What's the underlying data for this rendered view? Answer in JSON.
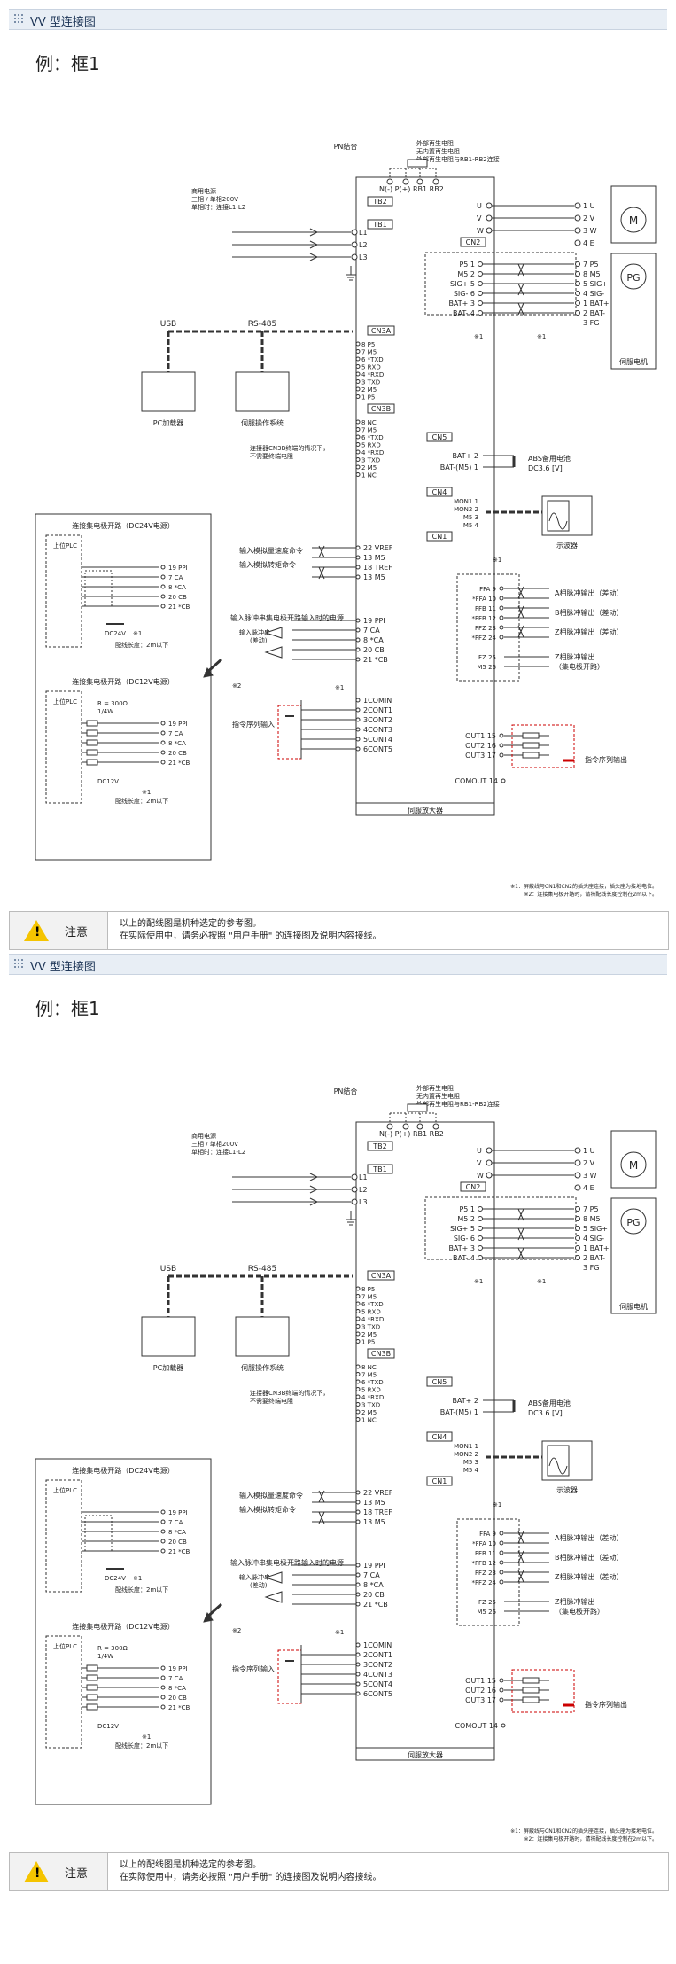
{
  "sections": [
    {
      "header": "VV 型连接图",
      "subtitle": "例：框1",
      "note_label": "注意",
      "note_lines": [
        "以上的配线图是机种选定的参考图。",
        "在实际使用中，请务必按照 \"用户手册\" 的连接图及说明内容接线。"
      ]
    },
    {
      "header": "VV 型连接图",
      "subtitle": "例：框1",
      "note_label": "注意",
      "note_lines": [
        "以上的配线图是机种选定的参考图。",
        "在实际使用中，请务必按照 \"用户手册\" 的连接图及说明内容接线。"
      ]
    }
  ],
  "diagram": {
    "pn_label": "PN结合",
    "regen_notes": [
      "外部再生电阻",
      "无内置再生电阻",
      "外部再生电阻与RB1-RB2连接"
    ],
    "top_terminals": "N(-) P(+) RB1 RB2",
    "power_notes": [
      "商用电源",
      "三相 / 单相200V",
      "单相时：连接L1-L2"
    ],
    "l_terms": [
      "L1",
      "L2",
      "L3"
    ],
    "tb1": "TB1",
    "tb2": "TB2",
    "cn2": "CN2",
    "uvw_left": [
      "U",
      "V",
      "W"
    ],
    "uvw_right": [
      "1 U",
      "2 V",
      "3 W",
      "4 E"
    ],
    "motor": "M",
    "pg": "PG",
    "enc_left": [
      "P5  1",
      "M5  2",
      "SIG+  5",
      "SIG-  6",
      "BAT+  3",
      "BAT-  4"
    ],
    "enc_right": [
      "7 P5",
      "8 M5",
      "5 SIG+",
      "4 SIG-",
      "1 BAT+",
      "2 BAT-",
      "3 FG"
    ],
    "servo_motor": "伺服电机",
    "mark1": "※1",
    "mark2": "※2",
    "cn3a": "CN3A",
    "cn3a_pins": [
      "8 P5",
      "7 M5",
      "6 *TXD",
      "5 RXD",
      "4 *RXD",
      "3 TXD",
      "2 M5",
      "1 P5"
    ],
    "usb": "USB",
    "rs485": "RS-485",
    "pc_loader": "PC加载器",
    "servo_console": "伺服操作系统",
    "cn3b": "CN3B",
    "cn3b_pins": [
      "8 NC",
      "7 M5",
      "6 *TXD",
      "5 RXD",
      "4 *RXD",
      "3 TXD",
      "2 M5",
      "1 NC"
    ],
    "cn3b_note": [
      "连接器CN3B终端的情况下，",
      "不需要终端电阻"
    ],
    "cn5": "CN5",
    "cn5_pins": [
      "BAT+  2",
      "BAT-(M5)  1"
    ],
    "battery": [
      "ABS备用电池",
      "DC3.6 [V]"
    ],
    "cn4": "CN4",
    "cn4_pins": [
      "MON1 1",
      "MON2 2",
      "M5 3",
      "M5 4"
    ],
    "oscilloscope": "示波器",
    "cn1": "CN1",
    "analog_cmds": [
      "输入模拟量速度命令",
      "输入模拟转矩命令"
    ],
    "analog_pins": [
      "22  VREF",
      "13  M5",
      "18  TREF",
      "13  M5"
    ],
    "pulse_oc": "输入脉冲串集电极开路输入时的电源",
    "pulse_line": [
      "输入脉冲串",
      "(差动)"
    ],
    "pulse_pins": [
      "19  PPI",
      "7  CA",
      "8  *CA",
      "20  CB",
      "21  *CB"
    ],
    "cont_pins": [
      "1COMIN",
      "2CONT1",
      "3CONT2",
      "4CONT3",
      "5CONT4",
      "6CONT5"
    ],
    "seq_in": "指令序列输入",
    "enc_out": [
      "FFA  9",
      "*FFA 10",
      "FFB 11",
      "*FFB 12",
      "FFZ 23",
      "*FFZ 24"
    ],
    "enc_out_labels": [
      "A相脉冲输出（差动）",
      "B相脉冲输出（差动）",
      "Z相脉冲输出（差动）"
    ],
    "fz": [
      "FZ  25",
      "M5  26"
    ],
    "fz_label": [
      "Z相脉冲输出",
      "（集电极开路）"
    ],
    "out_pins": [
      "OUT1  15",
      "OUT2  16",
      "OUT3  17"
    ],
    "seq_out": "指令序列输出",
    "comout": "COMOUT  14",
    "amp": "伺服放大器",
    "oc24_title": "连接集电极开路（DC24V电源）",
    "oc12_title": "连接集电极开路（DC12V电源）",
    "upper_plc": "上位PLC",
    "box_pins": [
      "19  PPI",
      "7  CA",
      "8  *CA",
      "20  CB",
      "21  *CB"
    ],
    "dc24": "DC24V",
    "dc12": "DC12V",
    "r300": [
      "R = 300Ω",
      "1/4W"
    ],
    "wire_len": "配线长度：2m以下",
    "footnotes": [
      "※1：屏蔽线与CN1和CN2的插头座连接，插头座为接地电位。",
      "※2：连接集电极开路时，请将配线长度控制在2m以下。"
    ]
  }
}
